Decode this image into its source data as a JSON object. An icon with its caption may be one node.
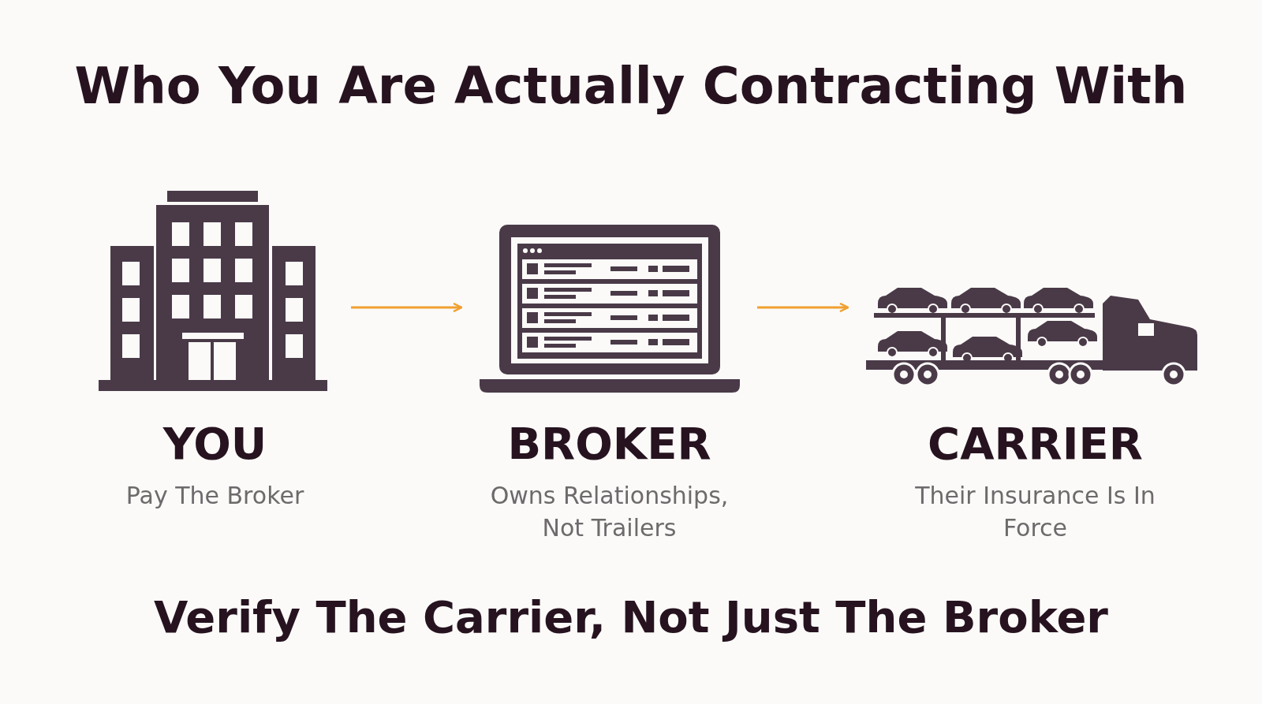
{
  "diagram": {
    "title": "Who You Are Actually Contracting With",
    "caption": "Verify The Carrier, Not Just The Broker",
    "nodes": [
      {
        "text": [
          "YOU",
          "Pay The Broker"
        ]
      },
      {
        "text": [
          "BROKER",
          "Owns Relationships, Not Trailers"
        ]
      },
      {
        "text": [
          "CARRIER",
          "Their Insurance Is In Force"
        ]
      }
    ],
    "edges": [
      {
        "from": 0,
        "to": 1,
        "arrow": "to"
      },
      {
        "from": 1,
        "to": 2,
        "arrow": "to"
      }
    ]
  }
}
